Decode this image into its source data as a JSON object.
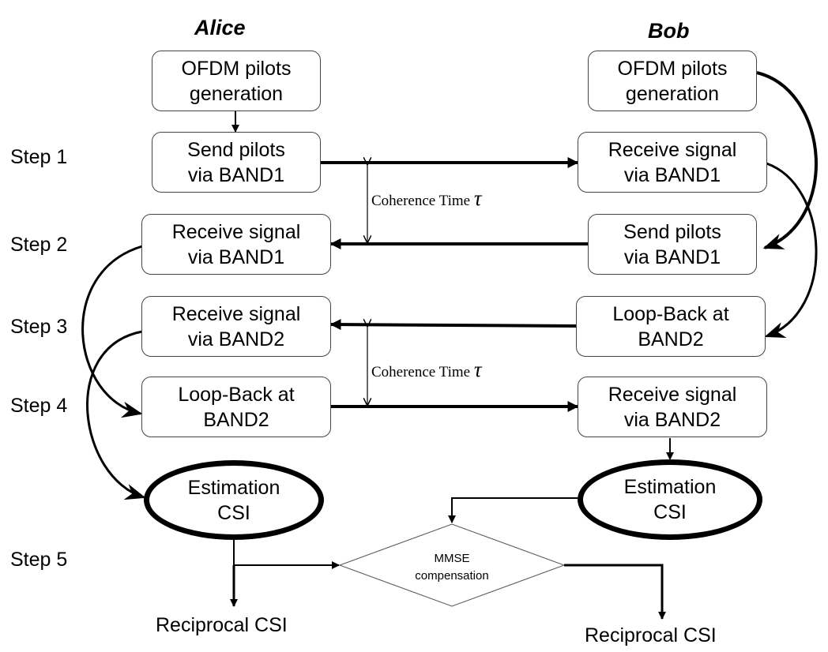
{
  "parties": {
    "alice": "Alice",
    "bob": "Bob"
  },
  "steps": [
    "Step 1",
    "Step 2",
    "Step 3",
    "Step 4",
    "Step 5"
  ],
  "alice": {
    "pilots_gen": [
      "OFDM pilots",
      "generation"
    ],
    "send_band1": [
      "Send pilots",
      "via BAND1"
    ],
    "recv_band1": [
      "Receive signal",
      "via BAND1"
    ],
    "recv_band2": [
      "Receive signal",
      "via BAND2"
    ],
    "loopback_band2": [
      "Loop-Back at",
      "BAND2"
    ],
    "estimation": [
      "Estimation",
      "CSI"
    ],
    "reciprocal": "Reciprocal CSI"
  },
  "bob": {
    "pilots_gen": [
      "OFDM pilots",
      "generation"
    ],
    "recv_band1": [
      "Receive signal",
      "via BAND1"
    ],
    "send_band1": [
      "Send pilots",
      "via BAND1"
    ],
    "loopback_band2": [
      "Loop-Back at",
      "BAND2"
    ],
    "recv_band2": [
      "Receive signal",
      "via BAND2"
    ],
    "estimation": [
      "Estimation",
      "CSI"
    ],
    "reciprocal": "Reciprocal CSI"
  },
  "coherence": {
    "label": "Coherence Time ",
    "symbol": "τ"
  },
  "mmse": [
    "MMSE",
    "compensation"
  ]
}
